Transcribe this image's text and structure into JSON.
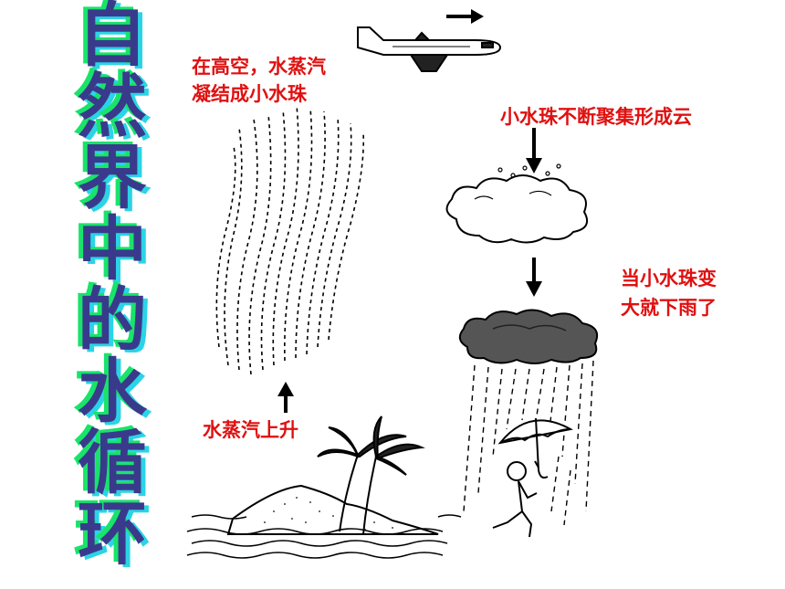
{
  "title_chars": [
    "自",
    "然",
    "界",
    "中",
    "的",
    "水",
    "循",
    "环"
  ],
  "labels": {
    "condense_line1": "在高空，水蒸汽",
    "condense_line2": "凝结成小水珠",
    "cloud": "小水珠不断聚集形成云",
    "rain_line1": "当小水珠变",
    "rain_line2": "大就下雨了",
    "vapor": "水蒸汽上升"
  },
  "colors": {
    "label_red": "#e01010",
    "title_fill": "#3a3a8c",
    "title_green": "#19e36a",
    "title_cyan": "#2ad4e6"
  }
}
